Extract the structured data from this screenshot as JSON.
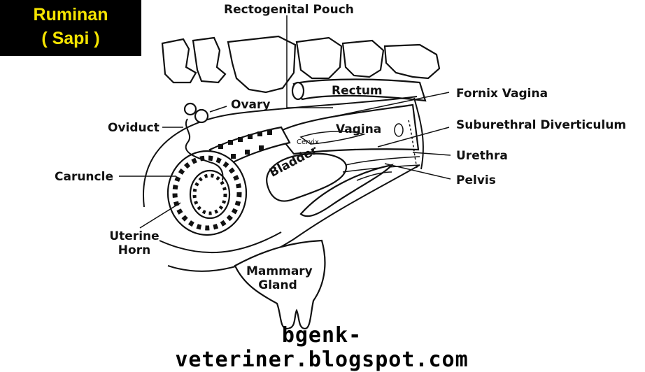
{
  "header": {
    "line1": "Ruminan",
    "line2": "( Sapi )"
  },
  "labels": {
    "rectogenital_pouch": "Rectogenital Pouch",
    "rectum": "Rectum",
    "fornix_vagina": "Fornix Vagina",
    "ovary": "Ovary",
    "oviduct": "Oviduct",
    "vagina": "Vagina",
    "cervix": "Cervix",
    "suburethral_diverticulum": "Suburethral Diverticulum",
    "urethra": "Urethra",
    "caruncle": "Caruncle",
    "bladder": "Bladder",
    "pelvis": "Pelvis",
    "uterine_horn_line1": "Uterine",
    "uterine_horn_line2": "Horn",
    "mammary_line1": "Mammary",
    "mammary_line2": "Gland"
  },
  "footer": {
    "url": "bgenk-veteriner.blogspot.com"
  },
  "colors": {
    "header_bg": "#000000",
    "header_text": "#f5e400",
    "ink": "#111111"
  }
}
